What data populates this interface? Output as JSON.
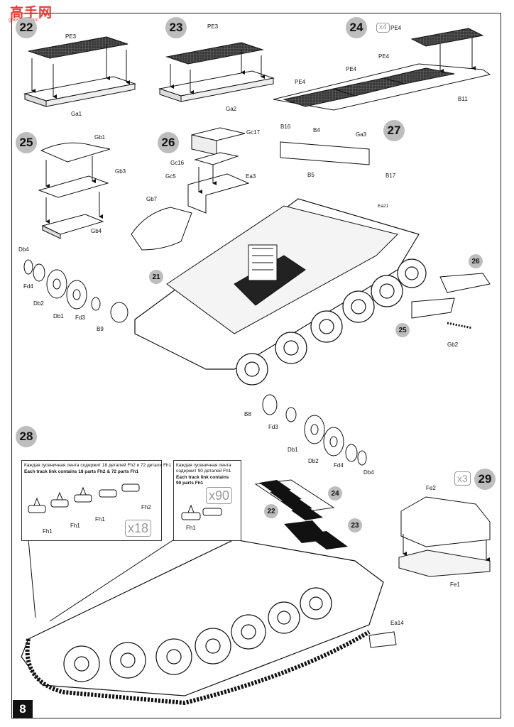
{
  "watermark": {
    "main": "高手网",
    "sub": "gaoshou.com"
  },
  "steps": {
    "s22": "22",
    "s23": "23",
    "s24": "24",
    "s25": "25",
    "s26": "26",
    "s27": "27",
    "s28": "28",
    "s29": "29",
    "sub21": "21",
    "sub26": "26",
    "sub25": "25",
    "sub22": "22",
    "sub23": "23",
    "sub24": "24"
  },
  "multipliers": {
    "m24": "x4",
    "m29": "x3",
    "m_fh18": "x18",
    "m_fh90": "x90"
  },
  "parts": {
    "s22": [
      "PE3",
      "Ga1"
    ],
    "s23": [
      "PE3",
      "Ga2"
    ],
    "s24": [
      "PE4",
      "PE4",
      "PE4",
      "PE4",
      "B11"
    ],
    "s25": [
      "Gb1",
      "Gb3",
      "Gb4"
    ],
    "s26": [
      "Gc17",
      "Gc16",
      "Gc5",
      "Ea3",
      "Gb7"
    ],
    "s27": [
      "B16",
      "B4",
      "Ga3",
      "B5",
      "B17",
      "Ea21",
      "Gb2"
    ],
    "wheels_left": [
      "Db4",
      "Fd4",
      "Db2",
      "Db1",
      "Fd3",
      "B9"
    ],
    "wheels_right": [
      "B8",
      "Fd3",
      "Db1",
      "Db2",
      "Fd4",
      "Db4"
    ],
    "s28": [
      "Ea14"
    ],
    "s29": [
      "Fe2",
      "Fe1"
    ],
    "tracks_a": [
      "Fh1",
      "Fh1",
      "Fh1",
      "Fh2"
    ],
    "tracks_b": [
      "Fh1"
    ]
  },
  "notes": {
    "a_ru": "Каждая гусеничная лента содержит 18 деталей Fh2 и 72 детали Fh1",
    "a_en": "Each track link contains 18 parts Fh2 & 72 parts Fh1",
    "b_ru1": "Каждая гусеничная лента",
    "b_ru2": "содержит  90 деталей Fh1",
    "b_en1": "Each track link contains",
    "b_en2": "90 parts Fh1"
  },
  "page_number": "8"
}
